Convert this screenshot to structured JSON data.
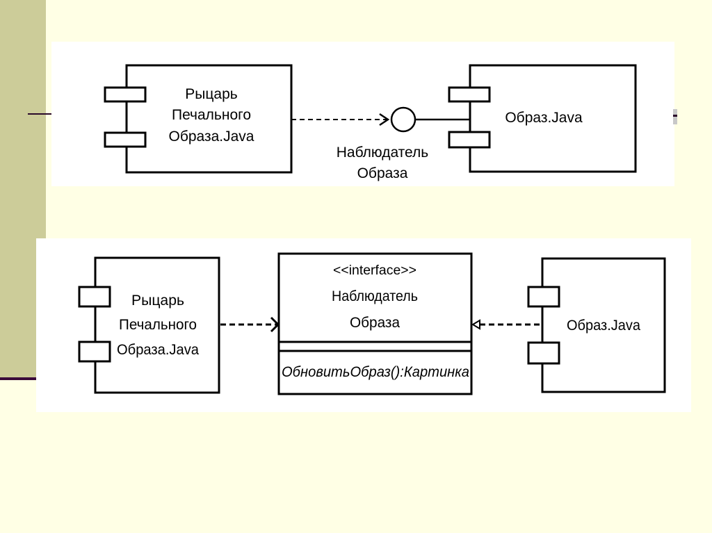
{
  "slide": {
    "colors": {
      "background": "#ffffe5",
      "side_band": "#cccc99",
      "accent_rule": "#3a0a3a",
      "panel": "#ffffff",
      "ink": "#000000"
    }
  },
  "diagram_top": {
    "notation": "lollipop interface",
    "components": [
      {
        "id": "knight",
        "label_lines": [
          "Рыцарь",
          "Печального",
          "Образа.Java"
        ]
      },
      {
        "id": "image",
        "label_lines": [
          "Образ.Java"
        ]
      }
    ],
    "interface": {
      "label_lines": [
        "Наблюдатель",
        "Образа"
      ]
    },
    "connections": [
      {
        "from": "knight",
        "to": "interface",
        "type": "dependency (dashed arrow)"
      },
      {
        "from": "interface",
        "to": "image",
        "type": "provided interface (solid line)"
      }
    ]
  },
  "diagram_bottom": {
    "notation": "interface class",
    "components": [
      {
        "id": "knight",
        "label_lines": [
          "Рыцарь",
          "Печального",
          "Образа.Java"
        ]
      },
      {
        "id": "image",
        "label_lines": [
          "Образ.Java"
        ]
      }
    ],
    "interface_class": {
      "stereotype": "<<interface>>",
      "name_lines": [
        "Наблюдатель",
        "Образа"
      ],
      "attributes": [],
      "operations": [
        "ОбновитьОбраз():Картинка"
      ]
    },
    "connections": [
      {
        "from": "knight",
        "to": "interface_class",
        "type": "dependency (dashed arrow)"
      },
      {
        "from": "image",
        "to": "interface_class",
        "type": "realization (dashed, hollow triangle)"
      }
    ]
  }
}
